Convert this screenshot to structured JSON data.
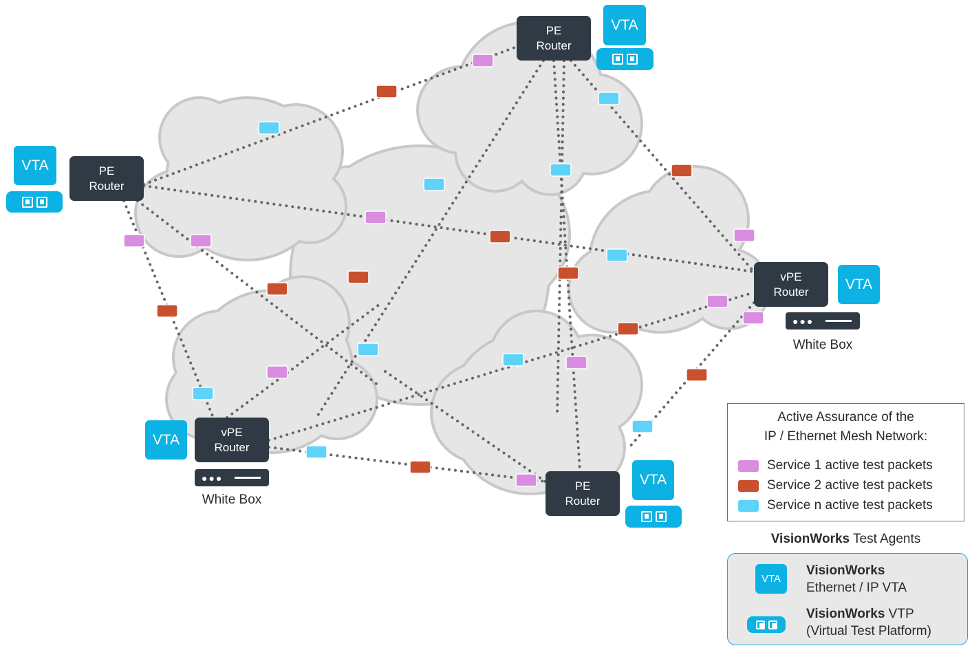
{
  "routers": [
    {
      "id": "r-top",
      "line1": "PE",
      "line2": "Router"
    },
    {
      "id": "r-left",
      "line1": "PE",
      "line2": "Router"
    },
    {
      "id": "r-right",
      "line1": "vPE",
      "line2": "Router"
    },
    {
      "id": "r-botleft",
      "line1": "vPE",
      "line2": "Router"
    },
    {
      "id": "r-bot",
      "line1": "PE",
      "line2": "Router"
    }
  ],
  "vta_label": "VTA",
  "white_box_label": "White Box",
  "legend": {
    "title_line1": "Active Assurance of the",
    "title_line2": "IP / Ethernet Mesh Network:",
    "items": [
      {
        "label": "Service 1 active test packets",
        "color": "#d88de0"
      },
      {
        "label": "Service 2 active test packets",
        "color": "#c9502f"
      },
      {
        "label": "Service n active test packets",
        "color": "#5fd3f7"
      }
    ]
  },
  "agents": {
    "title_bold": "VisionWorks",
    "title_rest": " Test Agents",
    "vta_icon_label": "VTA",
    "vta_line1": "VisionWorks",
    "vta_line2": "Ethernet / IP VTA",
    "vtp_bold": "VisionWorks",
    "vtp_rest": " VTP",
    "vtp_line2": "(Virtual Test Platform)"
  },
  "colors": {
    "router": "#2f3a45",
    "vta": "#0bb2e3",
    "cloud": "#e6e6e6",
    "cloud_border": "#c8c8c8",
    "link": "#666666"
  }
}
